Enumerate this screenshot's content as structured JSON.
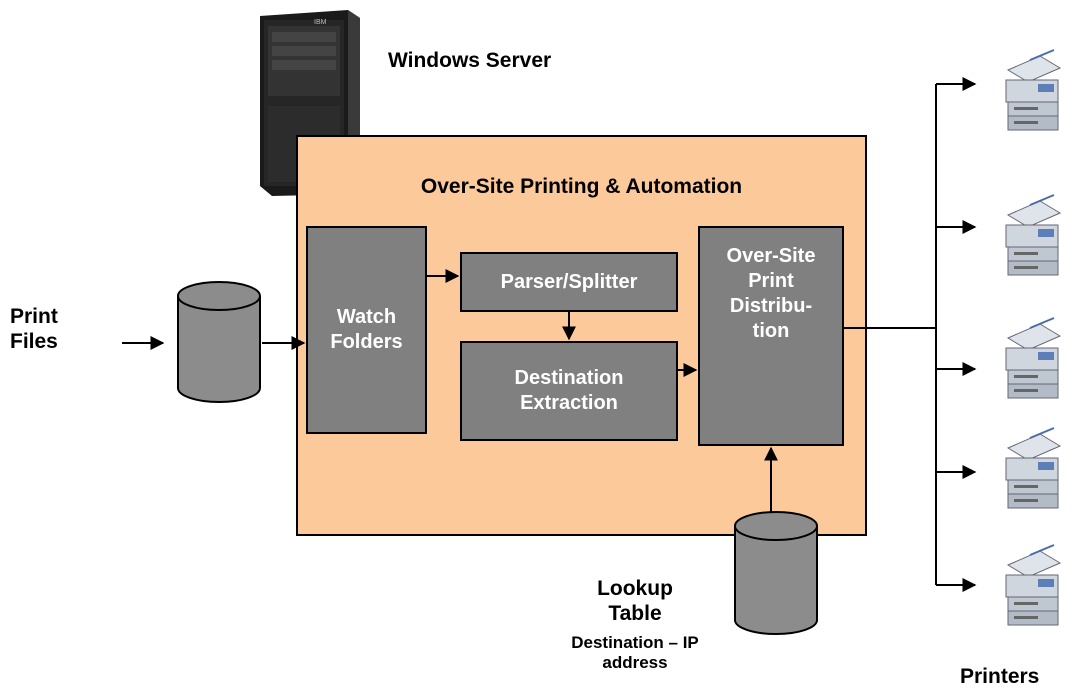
{
  "server": {
    "label": "Windows Server",
    "brand": "IBM",
    "icon": "server-tower-icon"
  },
  "input": {
    "label": "Print\nFiles"
  },
  "system": {
    "title": "Over-Site Printing & Automation",
    "watch_folders": "Watch\nFolders",
    "parser": "Parser/Splitter",
    "destination": "Destination\nExtraction",
    "distribution": "Over-Site\nPrint\nDistribu-\ntion"
  },
  "lookup": {
    "title": "Lookup\nTable",
    "subtitle": "Destination – IP\naddress"
  },
  "printers": {
    "label": "Printers",
    "count": 5,
    "icon": "multifunction-printer-icon"
  },
  "colors": {
    "panel": "#fcc99b",
    "box": "#808080",
    "database": "#8c8c8c"
  }
}
